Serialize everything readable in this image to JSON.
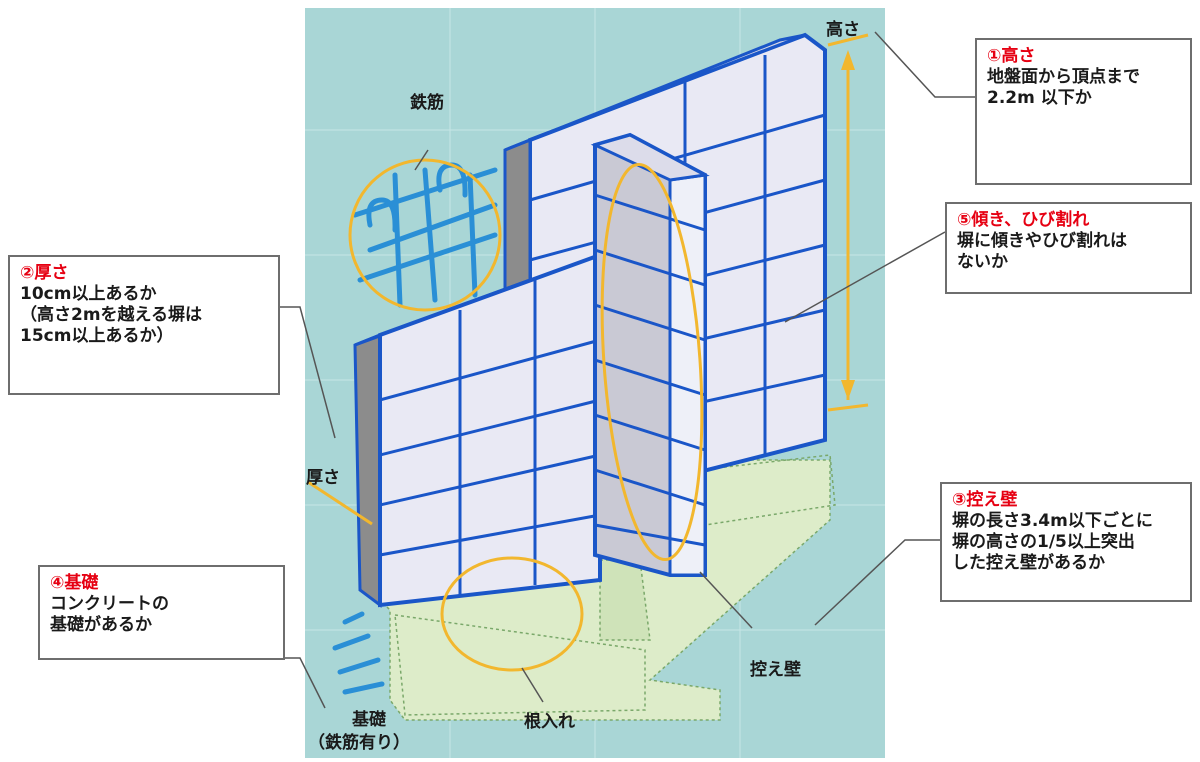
{
  "callouts": {
    "height": {
      "title": "①高さ",
      "lines": [
        "地盤面から頂点まで",
        "2.2m 以下か"
      ]
    },
    "thickness": {
      "title": "②厚さ",
      "lines": [
        "10cm以上あるか",
        "（高さ2mを越える塀は",
        "15cm以上あるか）"
      ]
    },
    "buttress": {
      "title": "③控え壁",
      "lines": [
        "塀の長さ3.4m以下ごとに",
        "塀の高さの1/5以上突出",
        "した控え壁があるか"
      ]
    },
    "foundation": {
      "title": "④基礎",
      "lines": [
        "コンクリートの",
        "基礎があるか"
      ]
    },
    "tilt": {
      "title": "⑤傾き、ひび割れ",
      "lines": [
        "塀に傾きやひび割れは",
        "ないか"
      ]
    }
  },
  "labels": {
    "height": "高さ",
    "rebar": "鉄筋",
    "thickness": "厚さ",
    "buttress": "控え壁",
    "embedment": "根入れ",
    "foundation": "基礎",
    "foundation_note": "（鉄筋有り）"
  },
  "colors": {
    "background_panel": "#a9d6d6",
    "block_face": "#e9e9f4",
    "block_outline": "#1a56c8",
    "wall_edge": "#8c8c8c",
    "foundation": "#ddecc9",
    "highlight": "#f2b72e",
    "callout_title": "#e60012",
    "rebar": "#2a8fd6"
  }
}
